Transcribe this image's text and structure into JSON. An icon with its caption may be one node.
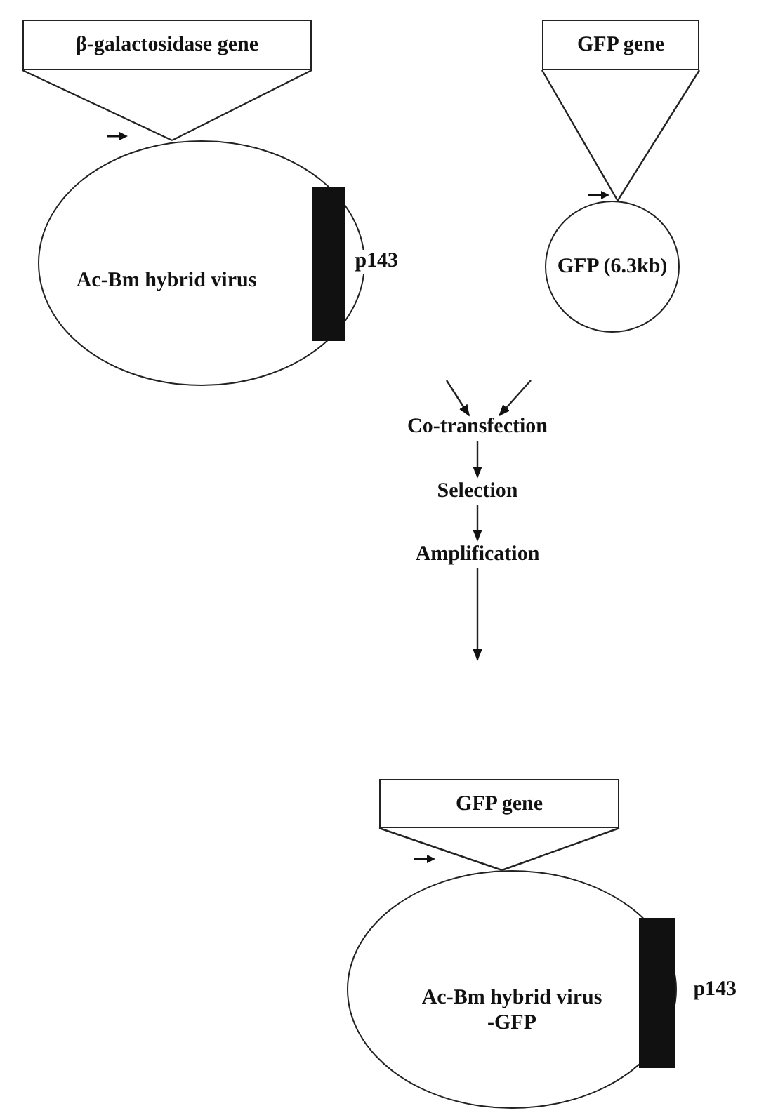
{
  "diagram": {
    "nodes": [
      {
        "text": [
          "β-galactosidase gene"
        ]
      },
      {
        "text": [
          "Ac-Bm hybrid virus"
        ]
      },
      {
        "text": [],
        "shape": "bar",
        "beside": [
          "p143"
        ],
        "in": 1
      },
      {
        "text": [
          "GFP gene"
        ]
      },
      {
        "text": [
          "GFP (6.3kb)"
        ]
      },
      {
        "text": [
          "Co-transfection"
        ]
      },
      {
        "text": [
          "Selection"
        ]
      },
      {
        "text": [
          "Amplification"
        ]
      },
      {
        "text": [
          "GFP gene"
        ]
      },
      {
        "text": [
          "Ac-Bm hybrid virus -GFP"
        ]
      },
      {
        "text": [],
        "shape": "bar",
        "beside": [
          "p143"
        ],
        "in": 9
      }
    ],
    "edges": [
      {
        "from": 0,
        "to": 1,
        "arrow": "none"
      },
      {
        "from": 0,
        "to": 1,
        "arrow": "none"
      },
      {
        "from": 3,
        "to": 4,
        "arrow": "none"
      },
      {
        "from": 3,
        "to": 4,
        "arrow": "none"
      },
      {
        "from": null,
        "to": 5,
        "arrow": "to"
      },
      {
        "from": null,
        "to": 5,
        "arrow": "to"
      },
      {
        "from": 5,
        "to": 6,
        "arrow": "to"
      },
      {
        "from": 6,
        "to": 7,
        "arrow": "to"
      },
      {
        "from": 7,
        "to": null,
        "arrow": "to"
      },
      {
        "from": 8,
        "to": 9,
        "arrow": "none"
      },
      {
        "from": 8,
        "to": 9,
        "arrow": "none"
      }
    ]
  }
}
